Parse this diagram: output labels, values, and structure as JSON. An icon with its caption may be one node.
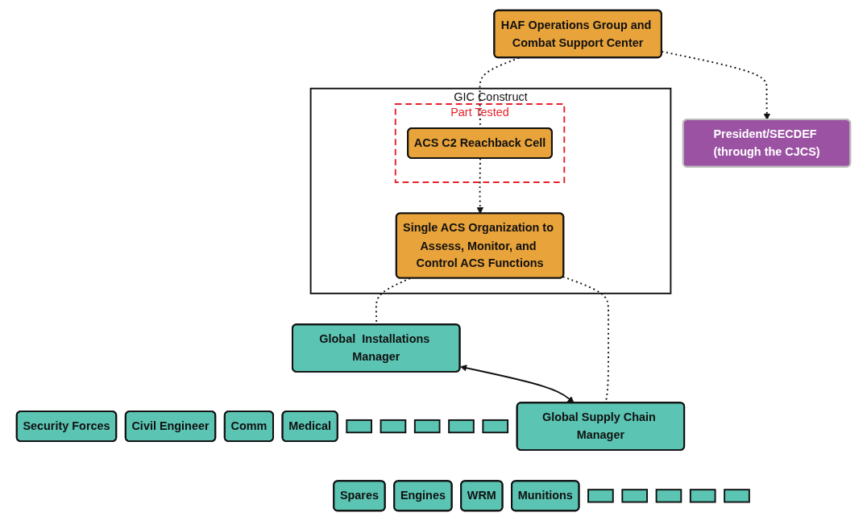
{
  "diagram": {
    "nodes": [
      {
        "text": [
          "President/SECDEF (through the CJCS)"
        ]
      },
      {
        "text": [
          "HAF Operations Group and Combat Support Center"
        ]
      },
      {
        "text": [
          "GIC Construct"
        ]
      },
      {
        "text": [
          "Part Tested"
        ],
        "in": 2
      },
      {
        "text": [
          "ACS C2 Reachback Cell"
        ],
        "in": 3
      },
      {
        "text": [
          "Single ACS Organization to Assess, Monitor, and Control ACS Functions"
        ],
        "in": 2
      },
      {
        "text": [
          "Global  Installations Manager"
        ]
      },
      {
        "text": [
          "Security Forces"
        ]
      },
      {
        "text": [
          "Civil Engineer"
        ]
      },
      {
        "text": [
          "Comm"
        ]
      },
      {
        "text": [
          "Medical"
        ]
      },
      {
        "text": [],
        "shape": "box"
      },
      {
        "text": [],
        "shape": "box"
      },
      {
        "text": [],
        "shape": "box"
      },
      {
        "text": [],
        "shape": "box"
      },
      {
        "text": [],
        "shape": "box"
      },
      {
        "text": [
          "Global Supply Chain Manager"
        ]
      },
      {
        "text": [
          "Spares"
        ]
      },
      {
        "text": [
          "Engines"
        ]
      },
      {
        "text": [
          "WRM"
        ]
      },
      {
        "text": [
          "Munitions"
        ]
      },
      {
        "text": [],
        "shape": "box"
      },
      {
        "text": [],
        "shape": "box"
      },
      {
        "text": [],
        "shape": "box"
      },
      {
        "text": [],
        "shape": "box"
      },
      {
        "text": [],
        "shape": "box"
      }
    ],
    "edges": [
      {
        "from": 1,
        "to": 0,
        "arrow": "to",
        "style": "dashed"
      },
      {
        "from": 1,
        "to": 4,
        "arrow": "none",
        "style": "dashed"
      },
      {
        "from": 4,
        "to": 5,
        "arrow": "to",
        "style": "dashed"
      },
      {
        "from": 5,
        "to": 6,
        "arrow": "none",
        "style": "dashed"
      },
      {
        "from": 5,
        "to": 16,
        "arrow": "none",
        "style": "dashed"
      },
      {
        "from": 6,
        "to": 16,
        "arrow": "both"
      }
    ]
  }
}
